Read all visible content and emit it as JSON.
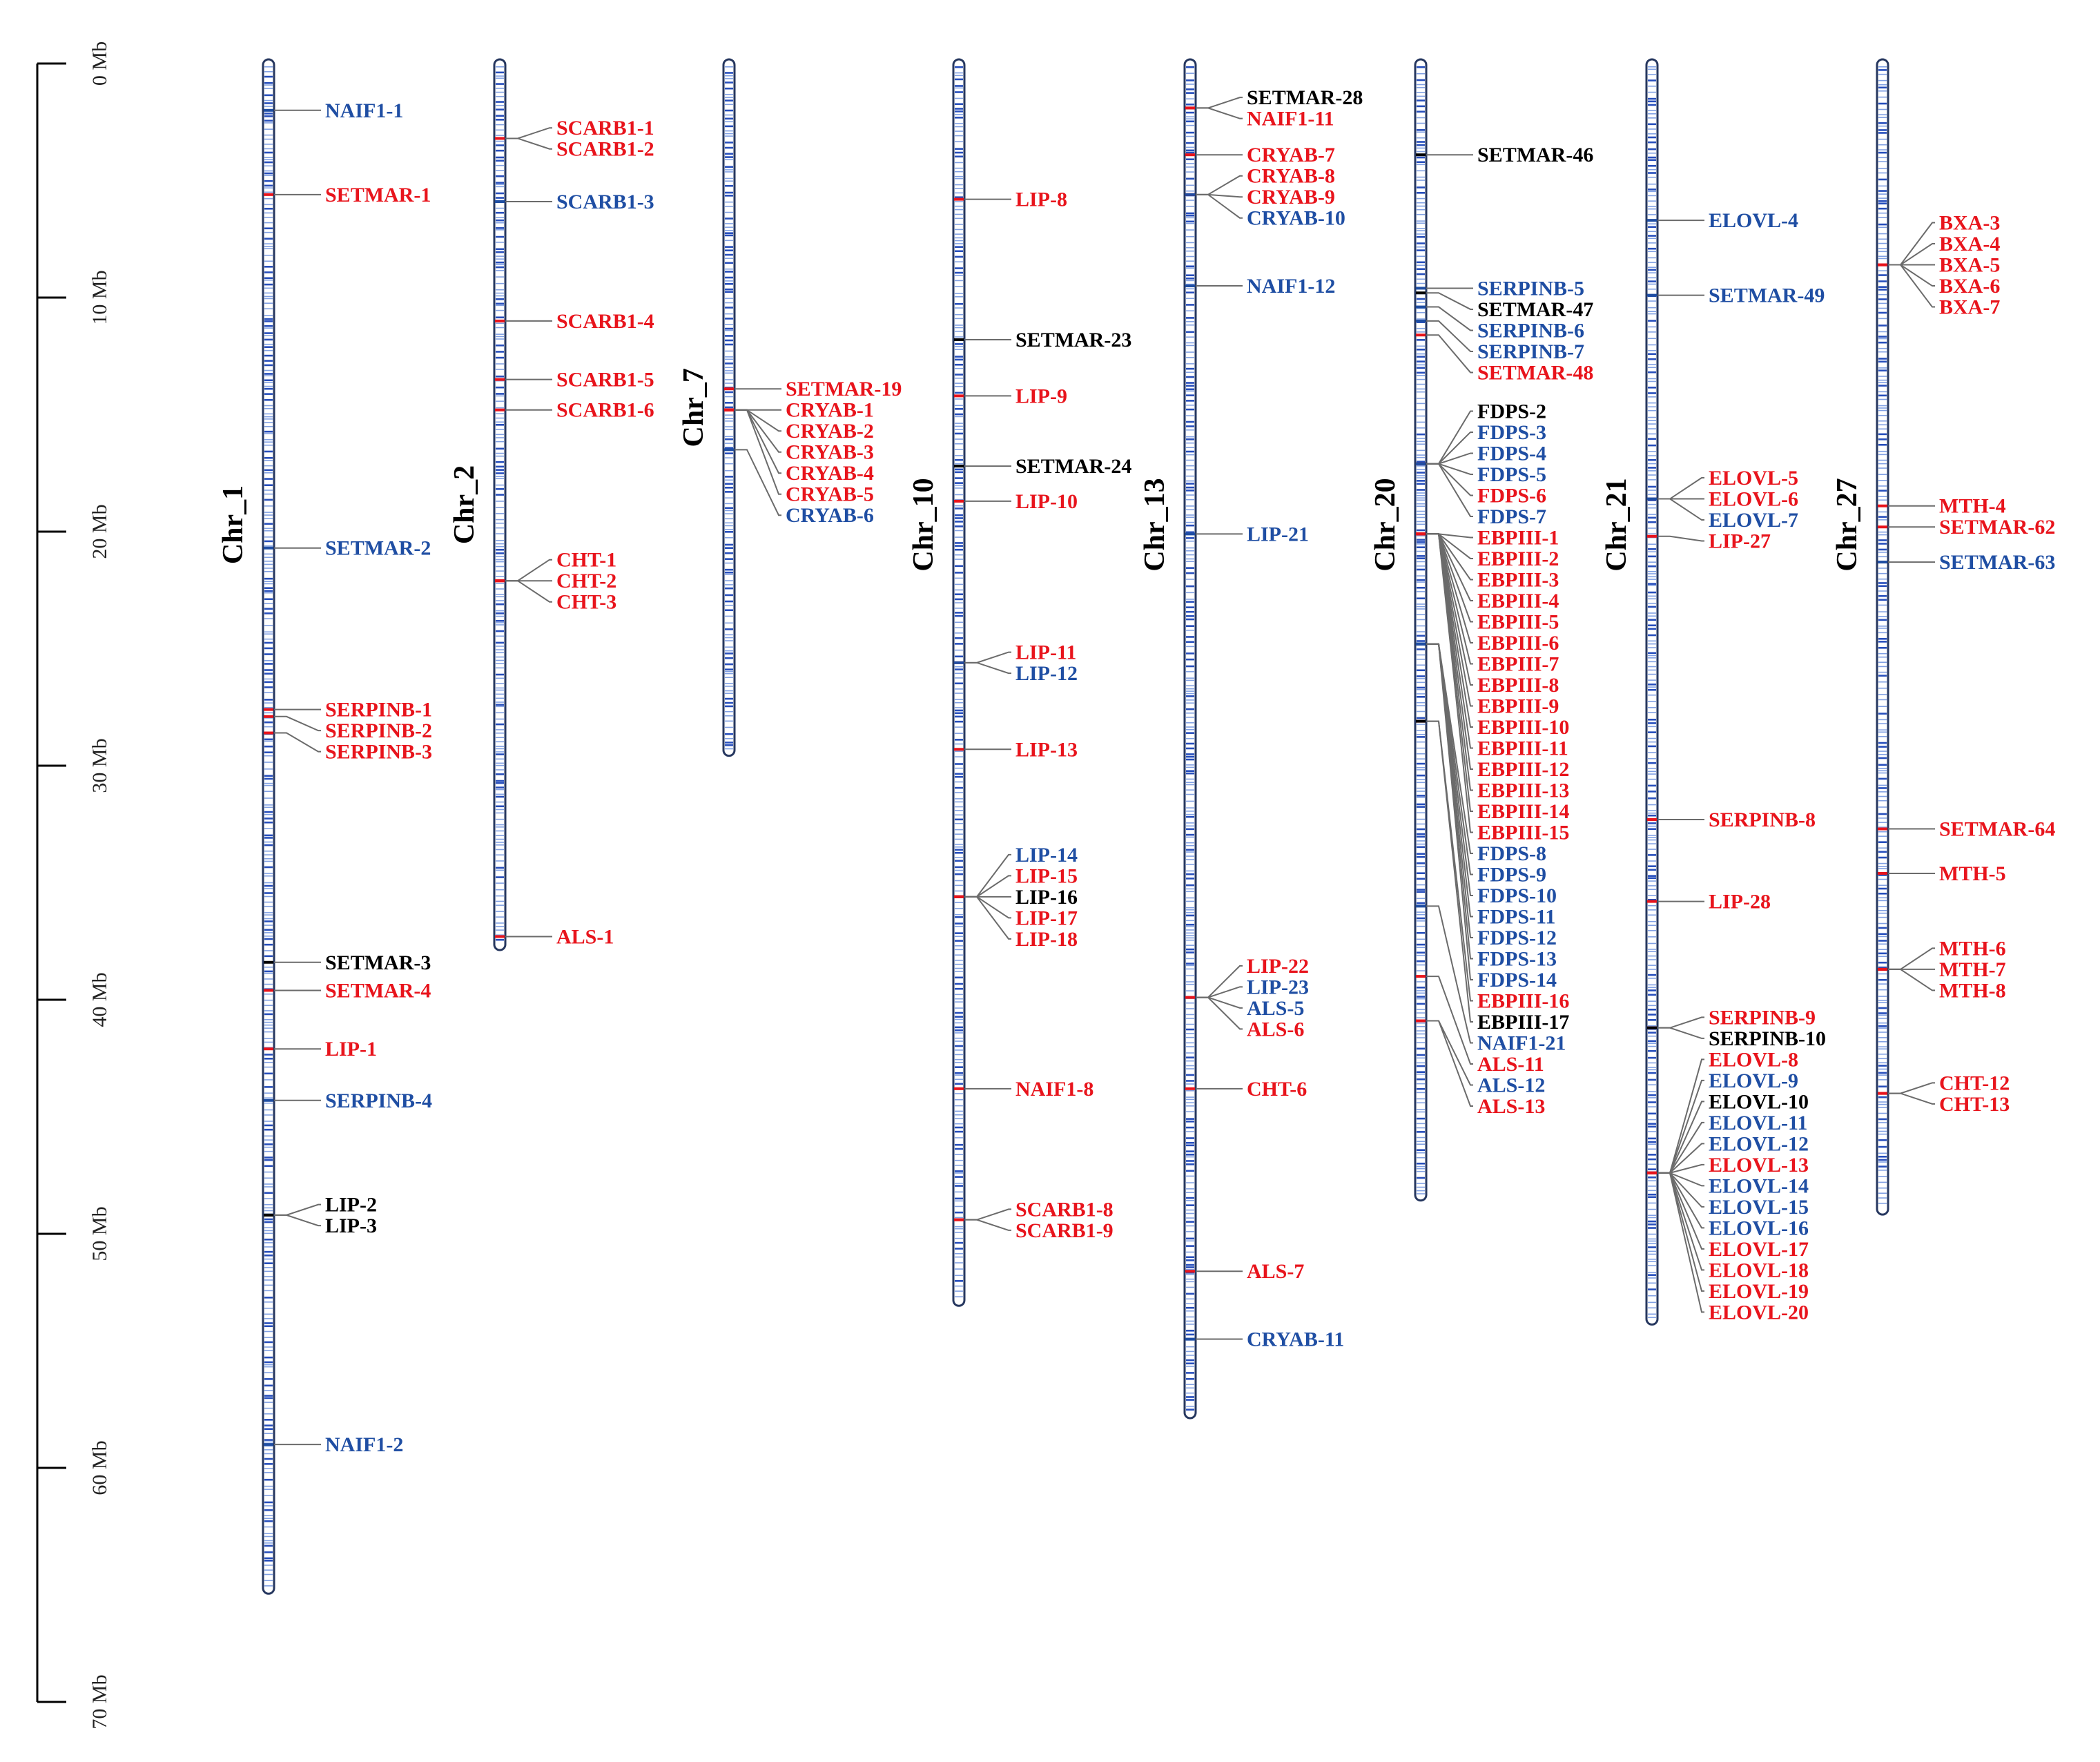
{
  "colors": {
    "red": "#e8141c",
    "blue": "#1f4ea3",
    "black": "#000000",
    "band": "#2a5fd0",
    "outline": "#26375f"
  },
  "scale": {
    "max_mb": 70,
    "ticks": [
      {
        "mb": 0,
        "label": "0 Mb"
      },
      {
        "mb": 10,
        "label": "10 Mb"
      },
      {
        "mb": 20,
        "label": "20 Mb"
      },
      {
        "mb": 30,
        "label": "30 Mb"
      },
      {
        "mb": 40,
        "label": "40 Mb"
      },
      {
        "mb": 50,
        "label": "50 Mb"
      },
      {
        "mb": 60,
        "label": "60 Mb"
      },
      {
        "mb": 70,
        "label": "70 Mb"
      }
    ]
  },
  "chromosomes": [
    {
      "name": "Chr_1",
      "length_mb": 65.2,
      "genes": [
        {
          "label": "NAIF1-1",
          "mb": 2.0,
          "color": "blue"
        },
        {
          "label": "SETMAR-1",
          "mb": 5.6,
          "color": "red"
        },
        {
          "label": "SETMAR-2",
          "mb": 20.7,
          "color": "blue"
        },
        {
          "label": "SERPINB-1",
          "mb": 27.6,
          "color": "red"
        },
        {
          "label": "SERPINB-2",
          "mb": 27.9,
          "color": "red"
        },
        {
          "label": "SERPINB-3",
          "mb": 28.6,
          "color": "red"
        },
        {
          "label": "SETMAR-3",
          "mb": 38.4,
          "color": "black"
        },
        {
          "label": "SETMAR-4",
          "mb": 39.6,
          "color": "red"
        },
        {
          "label": "LIP-1",
          "mb": 42.1,
          "color": "red"
        },
        {
          "label": "SERPINB-4",
          "mb": 44.3,
          "color": "blue"
        },
        {
          "label": "LIP-2",
          "mb": 49.2,
          "color": "black"
        },
        {
          "label": "LIP-3",
          "mb": 49.2,
          "color": "black"
        },
        {
          "label": "NAIF1-2",
          "mb": 59.0,
          "color": "blue"
        }
      ]
    },
    {
      "name": "Chr_2",
      "length_mb": 37.7,
      "genes": [
        {
          "label": "SCARB1-1",
          "mb": 3.2,
          "color": "red"
        },
        {
          "label": "SCARB1-2",
          "mb": 3.2,
          "color": "red"
        },
        {
          "label": "SCARB1-3",
          "mb": 5.9,
          "color": "blue"
        },
        {
          "label": "SCARB1-4",
          "mb": 11.0,
          "color": "red"
        },
        {
          "label": "SCARB1-5",
          "mb": 13.5,
          "color": "red"
        },
        {
          "label": "SCARB1-6",
          "mb": 14.8,
          "color": "red"
        },
        {
          "label": "CHT-1",
          "mb": 22.1,
          "color": "red"
        },
        {
          "label": "CHT-2",
          "mb": 22.1,
          "color": "red"
        },
        {
          "label": "CHT-3",
          "mb": 22.1,
          "color": "red"
        },
        {
          "label": "ALS-1",
          "mb": 37.3,
          "color": "red"
        }
      ]
    },
    {
      "name": "Chr_7",
      "length_mb": 29.4,
      "genes": [
        {
          "label": "SETMAR-19",
          "mb": 13.9,
          "color": "red"
        },
        {
          "label": "CRYAB-1",
          "mb": 14.8,
          "color": "red"
        },
        {
          "label": "CRYAB-2",
          "mb": 14.8,
          "color": "red"
        },
        {
          "label": "CRYAB-3",
          "mb": 14.8,
          "color": "red"
        },
        {
          "label": "CRYAB-4",
          "mb": 14.8,
          "color": "red"
        },
        {
          "label": "CRYAB-5",
          "mb": 14.8,
          "color": "red"
        },
        {
          "label": "CRYAB-6",
          "mb": 16.5,
          "color": "blue"
        }
      ]
    },
    {
      "name": "Chr_10",
      "length_mb": 52.9,
      "genes": [
        {
          "label": "LIP-8",
          "mb": 5.8,
          "color": "red"
        },
        {
          "label": "SETMAR-23",
          "mb": 11.8,
          "color": "black"
        },
        {
          "label": "LIP-9",
          "mb": 14.2,
          "color": "red"
        },
        {
          "label": "SETMAR-24",
          "mb": 17.2,
          "color": "black"
        },
        {
          "label": "LIP-10",
          "mb": 18.7,
          "color": "red"
        },
        {
          "label": "LIP-11",
          "mb": 25.6,
          "color": "red"
        },
        {
          "label": "LIP-12",
          "mb": 25.6,
          "color": "blue"
        },
        {
          "label": "LIP-13",
          "mb": 29.3,
          "color": "red"
        },
        {
          "label": "LIP-14",
          "mb": 35.6,
          "color": "blue"
        },
        {
          "label": "LIP-15",
          "mb": 35.6,
          "color": "red"
        },
        {
          "label": "LIP-16",
          "mb": 35.6,
          "color": "black"
        },
        {
          "label": "LIP-17",
          "mb": 35.6,
          "color": "red"
        },
        {
          "label": "LIP-18",
          "mb": 35.6,
          "color": "red"
        },
        {
          "label": "NAIF1-8",
          "mb": 43.8,
          "color": "red"
        },
        {
          "label": "SCARB1-8",
          "mb": 49.4,
          "color": "red"
        },
        {
          "label": "SCARB1-9",
          "mb": 49.4,
          "color": "red"
        }
      ]
    },
    {
      "name": "Chr_13",
      "length_mb": 57.7,
      "genes": [
        {
          "label": "SETMAR-28",
          "mb": 1.9,
          "color": "black"
        },
        {
          "label": "NAIF1-11",
          "mb": 1.9,
          "color": "red"
        },
        {
          "label": "CRYAB-7",
          "mb": 3.9,
          "color": "red"
        },
        {
          "label": "CRYAB-8",
          "mb": 5.6,
          "color": "red"
        },
        {
          "label": "CRYAB-9",
          "mb": 5.6,
          "color": "red"
        },
        {
          "label": "CRYAB-10",
          "mb": 5.6,
          "color": "blue"
        },
        {
          "label": "NAIF1-12",
          "mb": 9.5,
          "color": "blue"
        },
        {
          "label": "LIP-21",
          "mb": 20.1,
          "color": "blue"
        },
        {
          "label": "LIP-22",
          "mb": 39.9,
          "color": "red"
        },
        {
          "label": "LIP-23",
          "mb": 39.9,
          "color": "blue"
        },
        {
          "label": "ALS-5",
          "mb": 39.9,
          "color": "blue"
        },
        {
          "label": "ALS-6",
          "mb": 39.9,
          "color": "red"
        },
        {
          "label": "CHT-6",
          "mb": 43.8,
          "color": "red"
        },
        {
          "label": "ALS-7",
          "mb": 51.6,
          "color": "red"
        },
        {
          "label": "CRYAB-11",
          "mb": 54.5,
          "color": "blue"
        }
      ]
    },
    {
      "name": "Chr_20",
      "length_mb": 48.4,
      "genes": [
        {
          "label": "SETMAR-46",
          "mb": 3.9,
          "color": "black"
        },
        {
          "label": "SERPINB-5",
          "mb": 9.6,
          "color": "blue"
        },
        {
          "label": "SETMAR-47",
          "mb": 9.8,
          "color": "black"
        },
        {
          "label": "SERPINB-6",
          "mb": 10.4,
          "color": "blue"
        },
        {
          "label": "SERPINB-7",
          "mb": 11.0,
          "color": "blue"
        },
        {
          "label": "SETMAR-48",
          "mb": 11.6,
          "color": "red"
        },
        {
          "label": "FDPS-2",
          "mb": 17.1,
          "color": "black"
        },
        {
          "label": "FDPS-3",
          "mb": 17.1,
          "color": "blue"
        },
        {
          "label": "FDPS-4",
          "mb": 17.1,
          "color": "blue"
        },
        {
          "label": "FDPS-5",
          "mb": 17.1,
          "color": "blue"
        },
        {
          "label": "FDPS-6",
          "mb": 17.1,
          "color": "red"
        },
        {
          "label": "FDPS-7",
          "mb": 17.1,
          "color": "blue"
        },
        {
          "label": "EBPIII-1",
          "mb": 20.1,
          "color": "red"
        },
        {
          "label": "EBPIII-2",
          "mb": 20.1,
          "color": "red"
        },
        {
          "label": "EBPIII-3",
          "mb": 20.1,
          "color": "red"
        },
        {
          "label": "EBPIII-4",
          "mb": 20.1,
          "color": "red"
        },
        {
          "label": "EBPIII-5",
          "mb": 20.1,
          "color": "red"
        },
        {
          "label": "EBPIII-6",
          "mb": 20.1,
          "color": "red"
        },
        {
          "label": "EBPIII-7",
          "mb": 20.1,
          "color": "red"
        },
        {
          "label": "EBPIII-8",
          "mb": 20.1,
          "color": "red"
        },
        {
          "label": "EBPIII-9",
          "mb": 20.1,
          "color": "red"
        },
        {
          "label": "EBPIII-10",
          "mb": 20.1,
          "color": "red"
        },
        {
          "label": "EBPIII-11",
          "mb": 20.1,
          "color": "red"
        },
        {
          "label": "EBPIII-12",
          "mb": 20.1,
          "color": "red"
        },
        {
          "label": "EBPIII-13",
          "mb": 20.1,
          "color": "red"
        },
        {
          "label": "EBPIII-14",
          "mb": 20.1,
          "color": "red"
        },
        {
          "label": "EBPIII-15",
          "mb": 20.1,
          "color": "red"
        },
        {
          "label": "FDPS-8",
          "mb": 24.8,
          "color": "blue"
        },
        {
          "label": "FDPS-9",
          "mb": 24.8,
          "color": "blue"
        },
        {
          "label": "FDPS-10",
          "mb": 24.8,
          "color": "blue"
        },
        {
          "label": "FDPS-11",
          "mb": 24.8,
          "color": "blue"
        },
        {
          "label": "FDPS-12",
          "mb": 24.8,
          "color": "blue"
        },
        {
          "label": "FDPS-13",
          "mb": 24.8,
          "color": "blue"
        },
        {
          "label": "FDPS-14",
          "mb": 24.8,
          "color": "blue"
        },
        {
          "label": "EBPIII-16",
          "mb": 28.1,
          "color": "red"
        },
        {
          "label": "EBPIII-17",
          "mb": 28.1,
          "color": "black"
        },
        {
          "label": "NAIF1-21",
          "mb": 36.0,
          "color": "blue"
        },
        {
          "label": "ALS-11",
          "mb": 39.0,
          "color": "red"
        },
        {
          "label": "ALS-12",
          "mb": 40.9,
          "color": "blue"
        },
        {
          "label": "ALS-13",
          "mb": 40.9,
          "color": "red"
        }
      ]
    },
    {
      "name": "Chr_21",
      "length_mb": 53.7,
      "genes": [
        {
          "label": "ELOVL-4",
          "mb": 6.7,
          "color": "blue"
        },
        {
          "label": "SETMAR-49",
          "mb": 9.9,
          "color": "blue"
        },
        {
          "label": "ELOVL-5",
          "mb": 18.6,
          "color": "red"
        },
        {
          "label": "ELOVL-6",
          "mb": 18.6,
          "color": "red"
        },
        {
          "label": "ELOVL-7",
          "mb": 18.6,
          "color": "blue"
        },
        {
          "label": "LIP-27",
          "mb": 20.2,
          "color": "red"
        },
        {
          "label": "SERPINB-8",
          "mb": 32.3,
          "color": "red"
        },
        {
          "label": "LIP-28",
          "mb": 35.8,
          "color": "red"
        },
        {
          "label": "SERPINB-9",
          "mb": 41.2,
          "color": "red"
        },
        {
          "label": "SERPINB-10",
          "mb": 41.2,
          "color": "black"
        },
        {
          "label": "ELOVL-8",
          "mb": 47.4,
          "color": "red"
        },
        {
          "label": "ELOVL-9",
          "mb": 47.4,
          "color": "blue"
        },
        {
          "label": "ELOVL-10",
          "mb": 47.4,
          "color": "black"
        },
        {
          "label": "ELOVL-11",
          "mb": 47.4,
          "color": "blue"
        },
        {
          "label": "ELOVL-12",
          "mb": 47.4,
          "color": "blue"
        },
        {
          "label": "ELOVL-13",
          "mb": 47.4,
          "color": "red"
        },
        {
          "label": "ELOVL-14",
          "mb": 47.4,
          "color": "blue"
        },
        {
          "label": "ELOVL-15",
          "mb": 47.4,
          "color": "blue"
        },
        {
          "label": "ELOVL-16",
          "mb": 47.4,
          "color": "blue"
        },
        {
          "label": "ELOVL-17",
          "mb": 47.4,
          "color": "red"
        },
        {
          "label": "ELOVL-18",
          "mb": 47.4,
          "color": "red"
        },
        {
          "label": "ELOVL-19",
          "mb": 47.4,
          "color": "red"
        },
        {
          "label": "ELOVL-20",
          "mb": 47.4,
          "color": "red"
        }
      ]
    },
    {
      "name": "Chr_27",
      "length_mb": 49.0,
      "genes": [
        {
          "label": "BXA-3",
          "mb": 8.6,
          "color": "red"
        },
        {
          "label": "BXA-4",
          "mb": 8.6,
          "color": "red"
        },
        {
          "label": "BXA-5",
          "mb": 8.6,
          "color": "red"
        },
        {
          "label": "BXA-6",
          "mb": 8.6,
          "color": "red"
        },
        {
          "label": "BXA-7",
          "mb": 8.6,
          "color": "red"
        },
        {
          "label": "MTH-4",
          "mb": 18.9,
          "color": "red"
        },
        {
          "label": "SETMAR-62",
          "mb": 19.8,
          "color": "red"
        },
        {
          "label": "SETMAR-63",
          "mb": 21.3,
          "color": "blue"
        },
        {
          "label": "SETMAR-64",
          "mb": 32.7,
          "color": "red"
        },
        {
          "label": "MTH-5",
          "mb": 34.6,
          "color": "red"
        },
        {
          "label": "MTH-6",
          "mb": 38.7,
          "color": "red"
        },
        {
          "label": "MTH-7",
          "mb": 38.7,
          "color": "red"
        },
        {
          "label": "MTH-8",
          "mb": 38.7,
          "color": "red"
        },
        {
          "label": "CHT-12",
          "mb": 44.0,
          "color": "red"
        },
        {
          "label": "CHT-13",
          "mb": 44.0,
          "color": "red"
        }
      ]
    }
  ]
}
